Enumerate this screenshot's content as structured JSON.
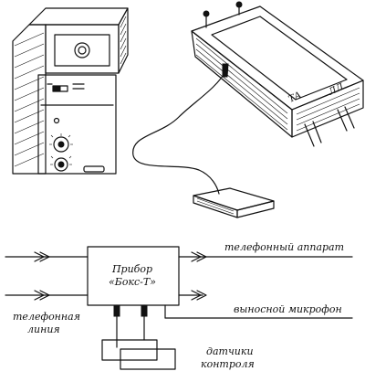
{
  "illustrations": {
    "desk_unit": "device-box-with-dials",
    "handheld_unit": "portable-device-with-cable-and-sensor-pad",
    "handheld_markings": [
      "ТА",
      "ЛЛ"
    ]
  },
  "schematic": {
    "device_label_line1": "Прибор",
    "device_label_line2": "«Бокс-Т»",
    "output_phone": "телефонный аппарат",
    "output_mic": "выносной микрофон",
    "input_label_line1": "телефонная",
    "input_label_line2": "линия",
    "sensors_label_line1": "датчики",
    "sensors_label_line2": "контроля"
  }
}
